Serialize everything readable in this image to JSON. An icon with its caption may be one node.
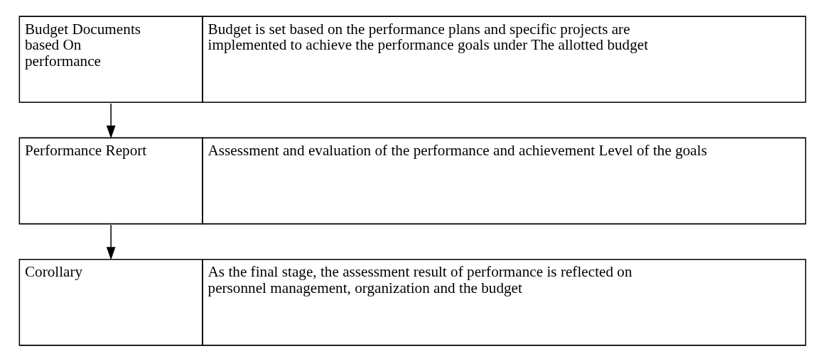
{
  "diagram": {
    "nodes": [
      {
        "text": [
          "Budget Documents based On performance",
          "Budget is set based on the performance plans and specific projects are implemented to achieve the performance goals under The allotted budget"
        ]
      },
      {
        "text": [
          "Performance Report",
          "Assessment and evaluation of the performance and achievement Level of the goals"
        ]
      },
      {
        "text": [
          "Corollary",
          "As the final stage, the assessment result of performance is reflected on personnel management, organization and the budget"
        ]
      }
    ],
    "edges": [
      {
        "from": 0,
        "to": 1,
        "arrow": "to"
      },
      {
        "from": 1,
        "to": 2,
        "arrow": "to"
      }
    ]
  }
}
